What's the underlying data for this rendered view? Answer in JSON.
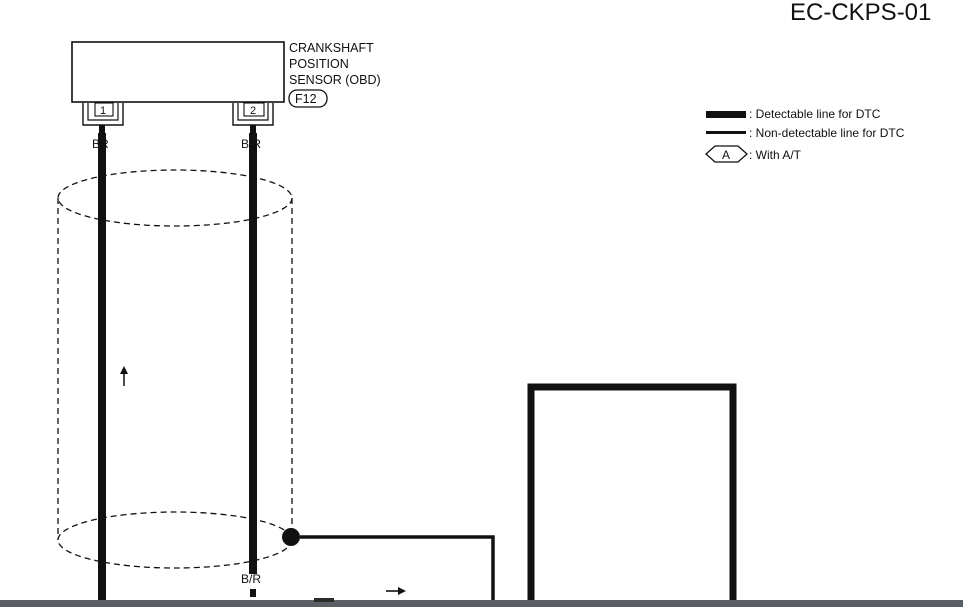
{
  "diagram": {
    "code": "EC-CKPS-01",
    "component": {
      "name_lines": [
        "CRANKSHAFT",
        "POSITION",
        "SENSOR (OBD)"
      ],
      "connector": "F12",
      "pins": [
        "1",
        "2"
      ]
    },
    "wires": {
      "left_color": "BR",
      "right_color": "B/R",
      "right_color_lower": "B/R"
    },
    "legend": {
      "detectable": ": Detectable line for DTC",
      "non_detectable": ": Non-detectable line for DTC",
      "with_at_symbol": "A",
      "with_at": ": With A/T"
    }
  }
}
